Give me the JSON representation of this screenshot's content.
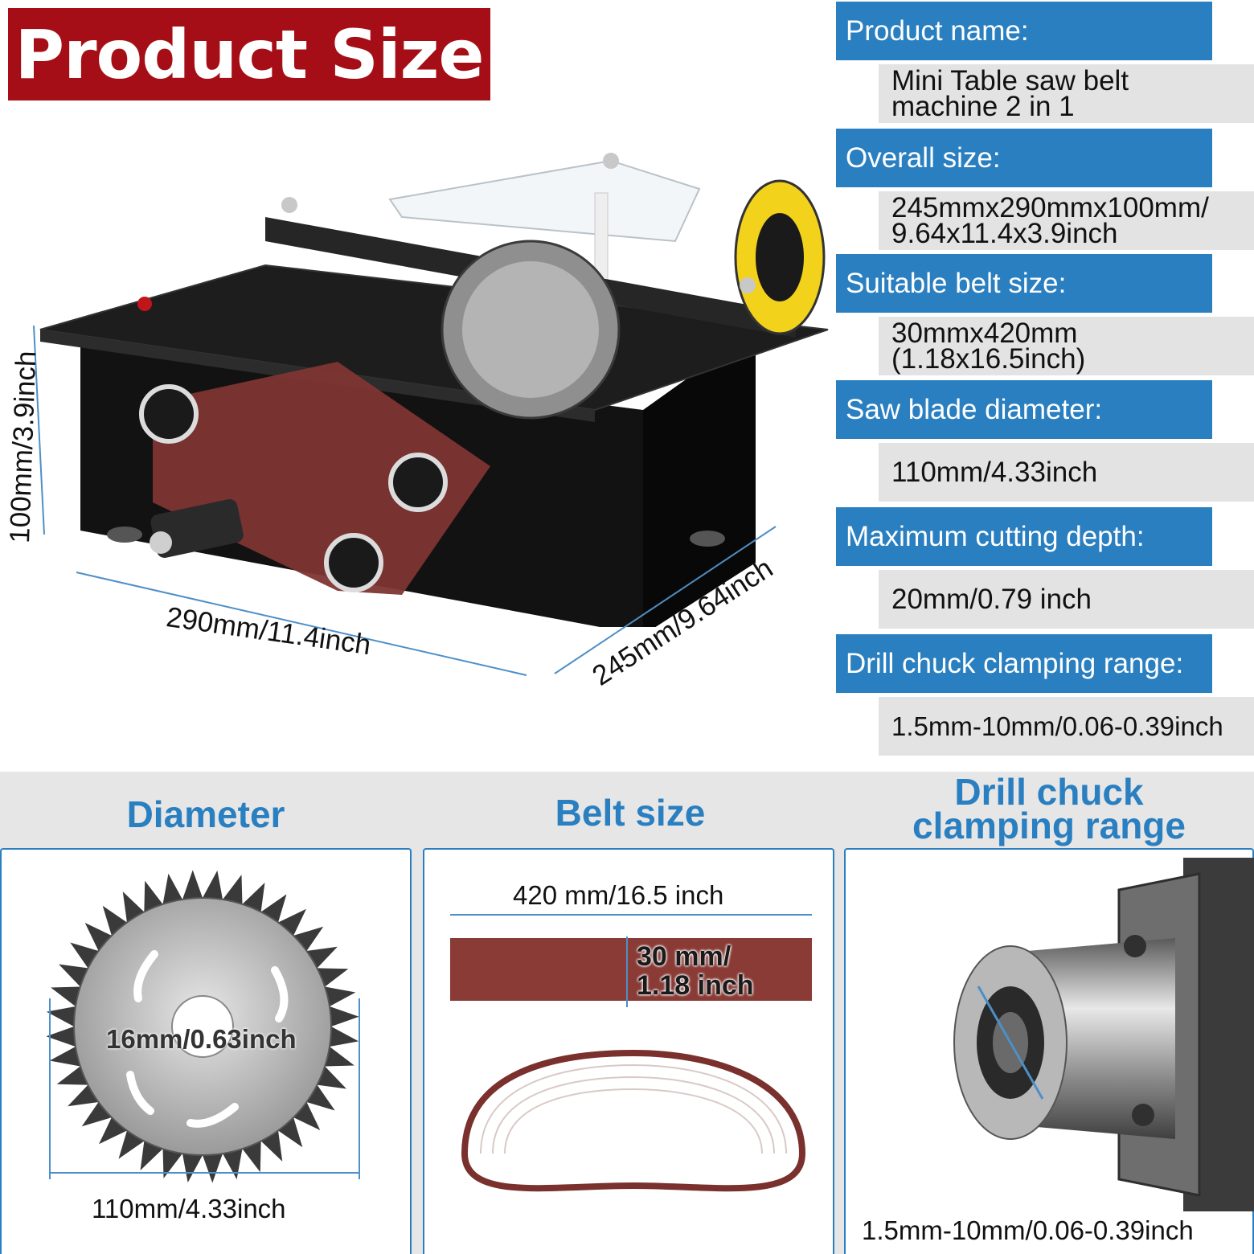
{
  "title": "Product Size",
  "specs": [
    {
      "label": "Product name:",
      "value": "Mini Table saw belt\nmachine 2 in 1"
    },
    {
      "label": "Overall size:",
      "value": "245mmx290mmx100mm/\n9.64x11.4x3.9inch"
    },
    {
      "label": "Suitable belt size:",
      "value": "30mmx420mm\n(1.18x16.5inch)"
    },
    {
      "label": "Saw blade diameter:",
      "value": "110mm/4.33inch"
    },
    {
      "label": "Maximum cutting depth:",
      "value": "20mm/0.79 inch"
    },
    {
      "label": "Drill chuck clamping range:",
      "value": "1.5mm-10mm/0.06-0.39inch"
    }
  ],
  "dimensions": {
    "height": "100mm/3.9inch",
    "width": "290mm/11.4inch",
    "depth": "245mm/9.64inch"
  },
  "sections": {
    "diameter": {
      "title": "Diameter",
      "hole": "16mm/0.63inch",
      "outer": "110mm/4.33inch"
    },
    "belt": {
      "title": "Belt size",
      "length": "420 mm/16.5 inch",
      "width_line1": "30 mm/",
      "width_line2": "1.18 inch"
    },
    "chuck": {
      "title_line1": "Drill chuck",
      "title_line2": "clamping range",
      "range": "1.5mm-10mm/0.06-0.39inch"
    }
  },
  "colors": {
    "accent": "#2a7fc0",
    "badge": "#a50e16",
    "belt": "#8a3b36"
  }
}
